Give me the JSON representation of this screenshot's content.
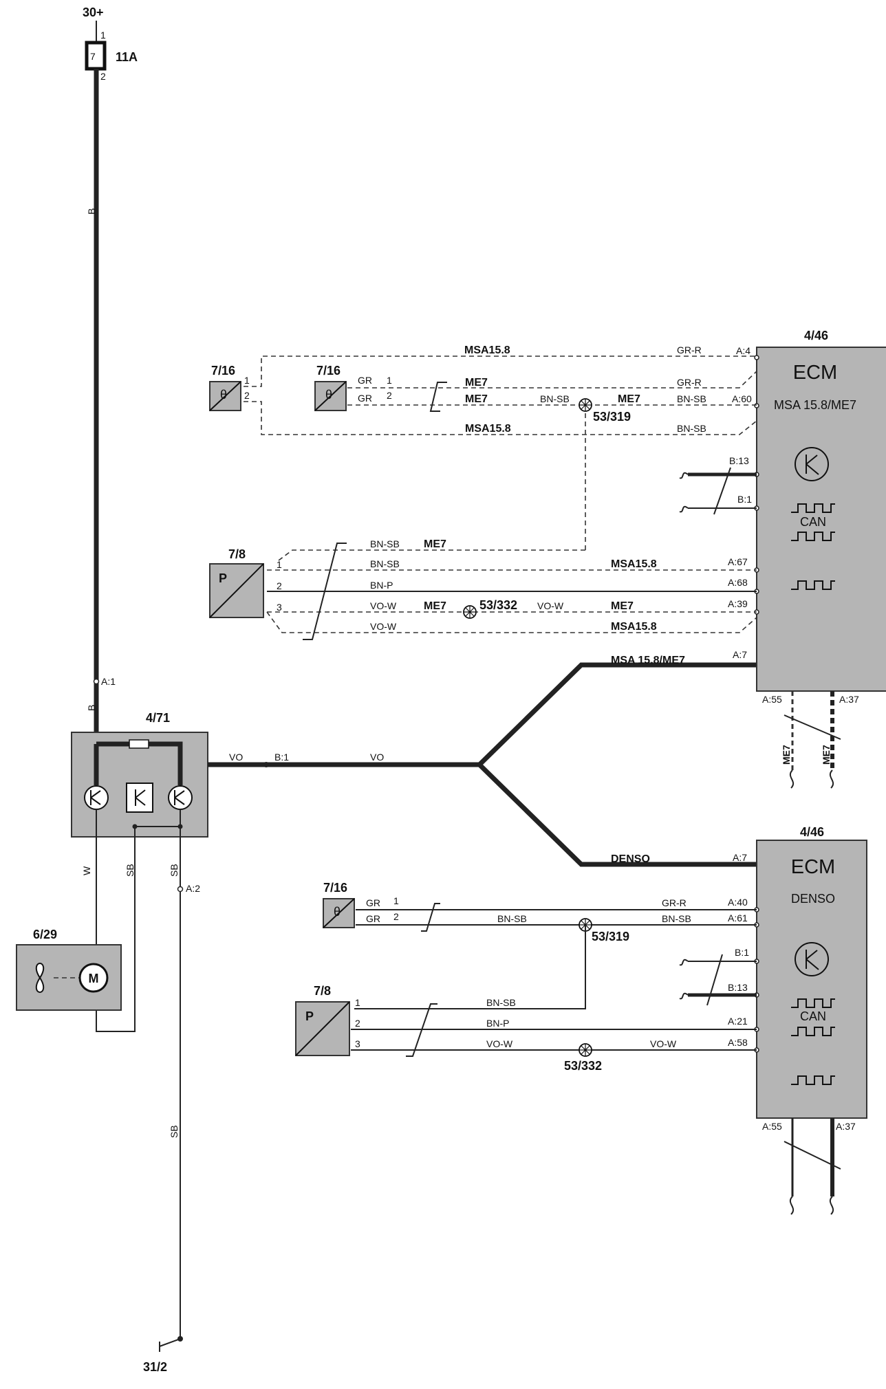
{
  "supply": {
    "terminal": "30+",
    "fuse_number": "7",
    "fuse_rating": "11A",
    "fuse_pin_in": "1",
    "fuse_pin_out": "2"
  },
  "ground": {
    "id": "31/2"
  },
  "wires": {
    "b": "B",
    "vo": "VO",
    "w": "W",
    "sb": "SB"
  },
  "relay": {
    "id": "4/71",
    "pin_a1": "A:1",
    "pin_b1": "B:1",
    "pin_a2": "A:2"
  },
  "fan": {
    "id": "6/29",
    "motor_letter": "M"
  },
  "variants": {
    "msa": "MSA15.8",
    "me7": "ME7",
    "msa_me7": "MSA 15.8/ME7",
    "denso": "DENSO"
  },
  "ecm_top": {
    "id": "4/46",
    "title": "ECM",
    "subtitle": "MSA 15.8/ME7",
    "can": "CAN",
    "pins": [
      "A:4",
      "A:60",
      "B:13",
      "B:1",
      "A:67",
      "A:68",
      "A:39",
      "A:7",
      "A:55",
      "A:37"
    ]
  },
  "ecm_bottom": {
    "id": "4/46",
    "title": "ECM",
    "subtitle": "DENSO",
    "can": "CAN",
    "pins": [
      "A:7",
      "A:40",
      "A:61",
      "B:1",
      "B:13",
      "A:21",
      "A:58",
      "A:55",
      "A:37"
    ]
  },
  "temp_sensor": {
    "id": "7/16",
    "symbol": "θ",
    "pin1": "1",
    "pin2": "2"
  },
  "pressure_sensor": {
    "id": "7/8",
    "letter": "P",
    "pin1": "1",
    "pin2": "2",
    "pin3": "3"
  },
  "colors": {
    "gr": "GR",
    "gr_r": "GR-R",
    "bn_sb": "BN-SB",
    "bn_p": "BN-P",
    "vo_w": "VO-W"
  },
  "splices": {
    "s319": "53/319",
    "s332": "53/332"
  }
}
